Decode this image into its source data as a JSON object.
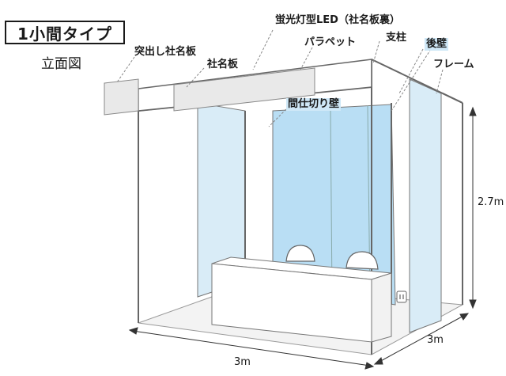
{
  "title": "1小間タイプ",
  "subtitle": "立面図",
  "labels": {
    "protruding_sign": "突出し社名板",
    "company_sign": "社名板",
    "spotlight": "蛍光灯型LED（社名板裏）",
    "parapet": "パラペット",
    "post": "支柱",
    "back_wall": "後壁",
    "frame": "フレーム",
    "partition_wall": "間仕切り壁"
  },
  "dimensions": {
    "height": "2.7m",
    "width": "3m",
    "depth": "3m"
  },
  "colors": {
    "wall_fill": "#d9ecf7",
    "back_wall_fill": "#b9def4",
    "line": "#555555",
    "highlight": "#cfe8f7"
  }
}
